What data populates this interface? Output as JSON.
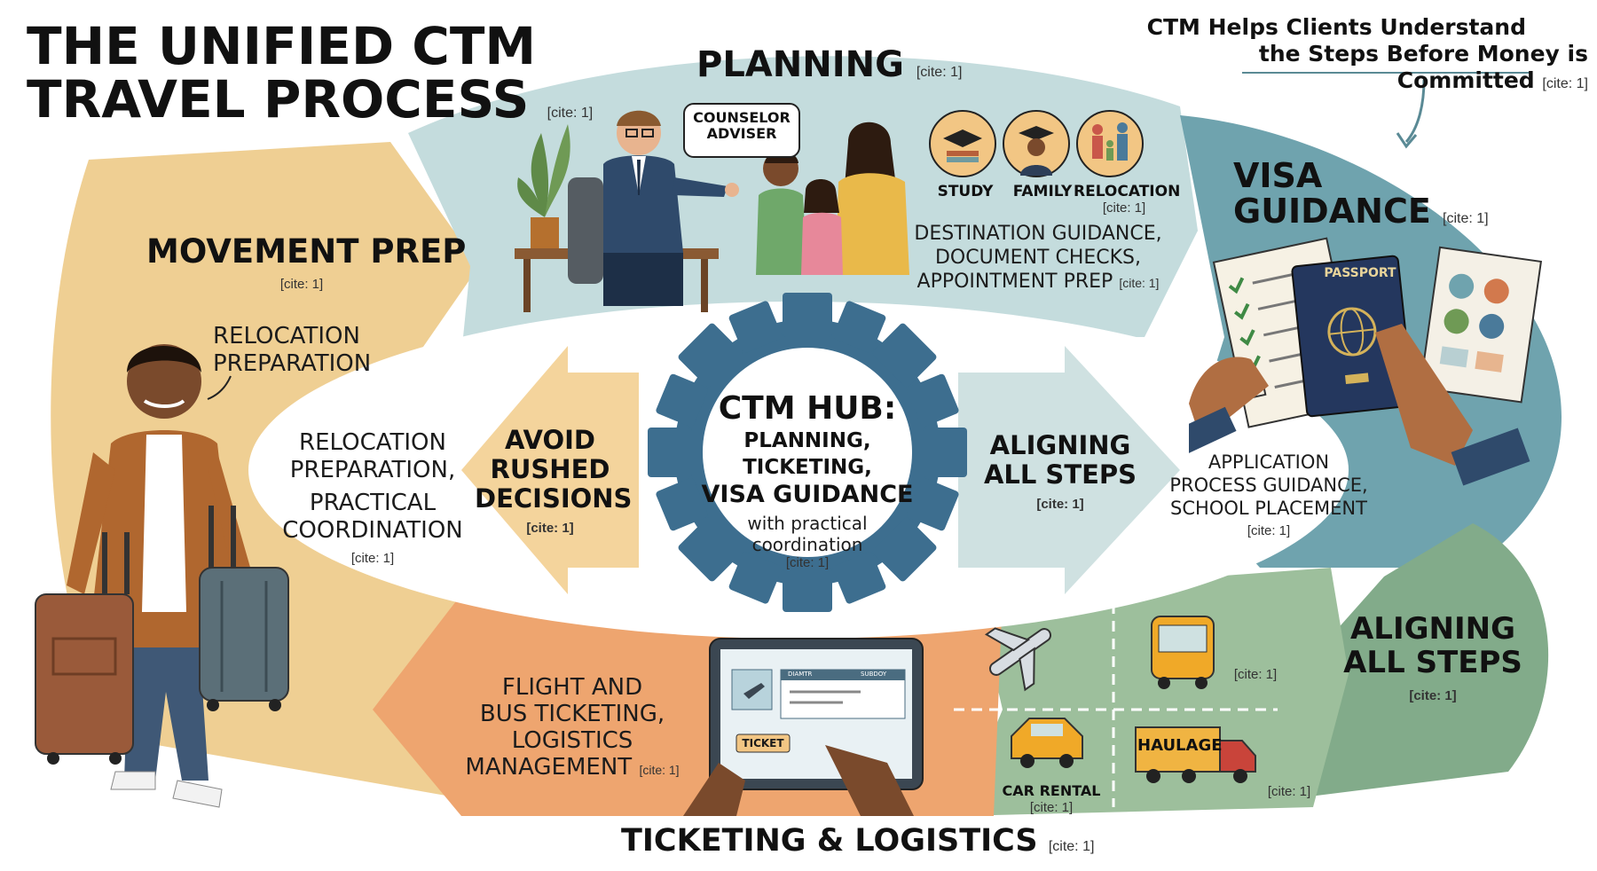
{
  "title": {
    "line1": "THE UNIFIED CTM",
    "line2": "TRAVEL PROCESS",
    "cite": "[cite: 1]"
  },
  "callout": {
    "line1": "CTM Helps Clients Understand",
    "line2": "the Steps Before Money is Committed",
    "cite": "[cite: 1]"
  },
  "planning": {
    "title": "PLANNING",
    "cite": "[cite: 1]",
    "bubble_line1": "COUNSELOR",
    "bubble_line2": "ADVISER",
    "icons": [
      "STUDY",
      "FAMILY",
      "RELOCATION"
    ],
    "icons_cite": "[cite: 1]",
    "desc_line1": "DESTINATION GUIDANCE,",
    "desc_line2": "DOCUMENT CHECKS,",
    "desc_line3": "APPOINTMENT PREP",
    "desc_cite": "[cite: 1]"
  },
  "visa": {
    "title_line1": "VISA",
    "title_line2": "GUIDANCE",
    "cite": "[cite: 1]",
    "passport_label": "PASSPORT",
    "desc_line1": "APPLICATION",
    "desc_line2": "PROCESS GUIDANCE,",
    "desc_line3": "SCHOOL PLACEMENT",
    "desc_cite": "[cite: 1]"
  },
  "movement": {
    "title": "MOVEMENT PREP",
    "cite": "[cite: 1]",
    "speech_line1": "RELOCATION",
    "speech_line2": "PREPARATION",
    "desc_line1": "RELOCATION",
    "desc_line2": "PREPARATION,",
    "desc_line3": "PRACTICAL",
    "desc_line4": "COORDINATION",
    "desc_cite": "[cite: 1]"
  },
  "hub": {
    "title": "CTM HUB:",
    "line2": "PLANNING, TICKETING,",
    "line3": "VISA GUIDANCE",
    "line4": "with practical",
    "line5": "coordination",
    "cite": "[cite: 1]"
  },
  "avoid": {
    "line1": "AVOID",
    "line2": "RUSHED",
    "line3": "DECISIONS",
    "cite": "[cite: 1]"
  },
  "aligning_center": {
    "line1": "ALIGNING",
    "line2": "ALL STEPS",
    "cite": "[cite: 1]"
  },
  "aligning_right": {
    "line1": "ALIGNING",
    "line2": "ALL STEPS",
    "cite": "[cite: 1]"
  },
  "ticketing": {
    "title": "TICKETING & LOGISTICS",
    "cite": "[cite: 1]",
    "desc_line1": "FLIGHT AND",
    "desc_line2": "BUS TICKETING,",
    "desc_line3": "LOGISTICS",
    "desc_line4": "MANAGEMENT",
    "desc_cite": "[cite: 1]",
    "ticket_label": "TICKET",
    "screen_col1": "DIAMTR",
    "screen_col2": "SUBDOY"
  },
  "logistics": {
    "bus_cite": "[cite: 1]",
    "car_label": "CAR RENTAL",
    "car_cite": "[cite: 1]",
    "haulage_label": "HAULAGE",
    "haulage_cite": "[cite: 1]"
  },
  "colors": {
    "planning_bg": "#c4dcdd",
    "visa_bg": "#6fa3ae",
    "movement_bg": "#efcf93",
    "ticketing_bg": "#eea56f",
    "logistics_bg": "#9dbf9c",
    "aligning_bg": "#82ab8a",
    "gear": "#3d6e8f",
    "avoid_arrow": "#f4d49c",
    "aligning_arrow": "#cfe1e1"
  }
}
